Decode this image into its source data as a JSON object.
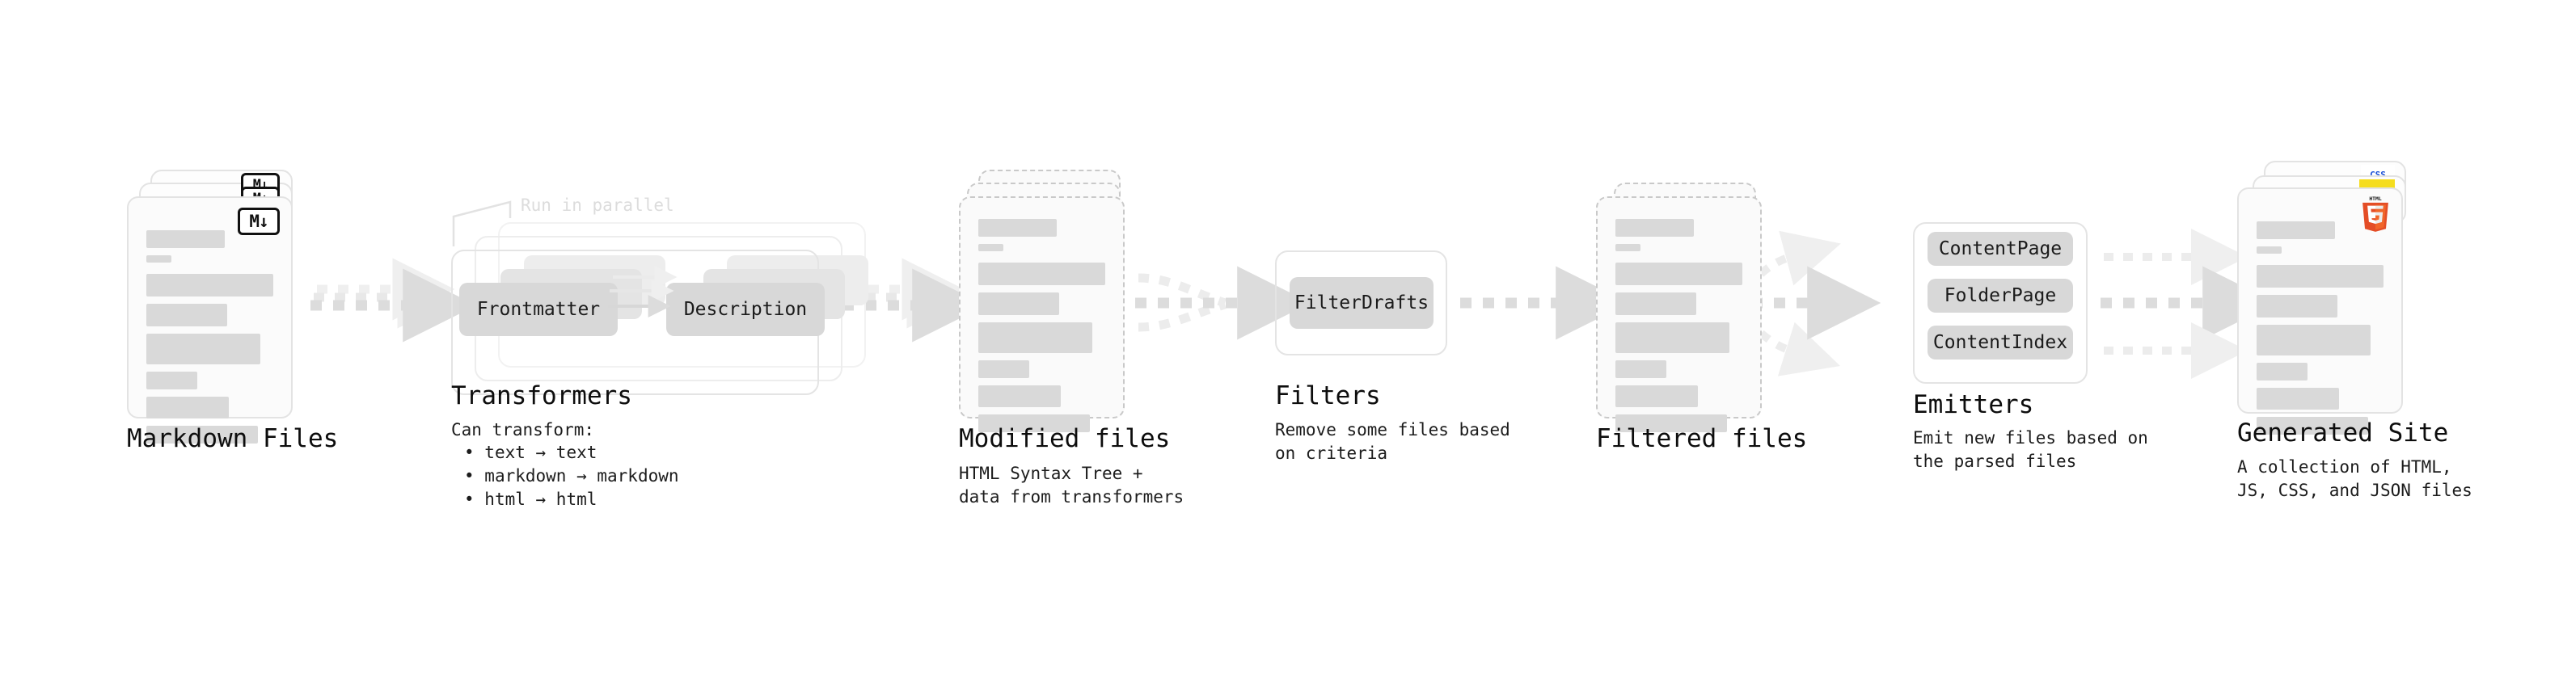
{
  "diagram": {
    "stages": [
      {
        "id": "markdown-files",
        "title": "Markdown Files",
        "desc": "",
        "badge": "markdown-icon",
        "badge_text": "M"
      },
      {
        "id": "transformers",
        "title": "Transformers",
        "desc": "Can transform:",
        "bullets": [
          "text → text",
          "markdown → markdown",
          "html → html"
        ],
        "annotation": "Run in parallel",
        "chips": [
          "Frontmatter",
          "Description"
        ]
      },
      {
        "id": "modified-files",
        "title": "Modified files",
        "desc": "HTML Syntax Tree +\ndata from transformers"
      },
      {
        "id": "filters",
        "title": "Filters",
        "desc": "Remove some files based\non criteria",
        "chips": [
          "FilterDrafts"
        ]
      },
      {
        "id": "filtered-files",
        "title": "Filtered files",
        "desc": ""
      },
      {
        "id": "emitters",
        "title": "Emitters",
        "desc": "Emit new files based on\nthe parsed files",
        "chips": [
          "ContentPage",
          "FolderPage",
          "ContentIndex"
        ]
      },
      {
        "id": "generated-site",
        "title": "Generated Site",
        "desc": "A collection of HTML,\nJS, CSS, and JSON files",
        "badges": [
          "html5-icon",
          "js-icon",
          "css-icon"
        ],
        "badge_text_css": "CSS",
        "badge_text_html": "HTML"
      }
    ],
    "colors": {
      "line_fill": "#d9d9d9",
      "card_bg": "#fbfbfb",
      "card_border": "#e3e3e3",
      "dashed_border": "#c9c9c9",
      "chip_bg": "#d8d8d8",
      "arrow": "#dcdcdc",
      "html5_orange": "#e44d26",
      "html5_orange_light": "#f16529",
      "js_yellow": "#f5dd1e",
      "css_blue": "#2552d8",
      "text": "#0d0d0d",
      "muted": "#dcdcdc"
    }
  }
}
